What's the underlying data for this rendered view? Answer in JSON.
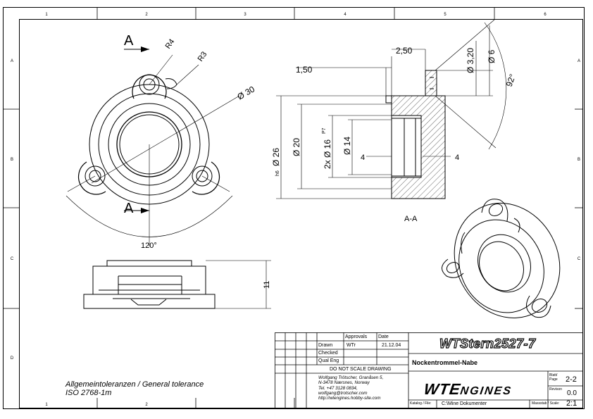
{
  "border": {
    "columns": [
      "1",
      "2",
      "3",
      "4",
      "5",
      "6"
    ],
    "rows": [
      "A",
      "B",
      "C",
      "D"
    ]
  },
  "views": {
    "section_label": "A",
    "section_view_title": "A-A"
  },
  "dimensions": {
    "r4": "R4",
    "r3": "R3",
    "dia30": "Ø 30",
    "angle120": "120°",
    "height11": "11",
    "w150": "1,50",
    "w250": "2,50",
    "dia320": "Ø 3,20",
    "dia6": "Ø 6",
    "angle92": "92°",
    "dia26": "Ø 26",
    "dia26_tol": "h6",
    "dia20": "Ø 20",
    "dia16": "2x Ø 16",
    "dia16_tol": "P7",
    "dia14": "Ø 14",
    "len4a": "4",
    "len4b": "4"
  },
  "general_tolerance": {
    "line1": "Allgemeintoleranzen / General tolerance",
    "line2": "ISO 2768-1m"
  },
  "title_block": {
    "approvals": "Approvals",
    "date_header": "Date",
    "drawn": "Drawn",
    "checked": "Checked",
    "qual_eng": "Qual Eng",
    "drawn_by": "WTr",
    "drawn_date": "21.12.04",
    "do_not_scale": "DO NOT SCALE DRAWING",
    "address": [
      "Wolfgang Trötscher, Granåsen 5,",
      "N-3478 Nærsnes, Norway",
      "Tel. +47 3128 0834,",
      "wolfgang@trotscher.com",
      "http://wtengines.hobby-site.com"
    ],
    "part_number": "WTStern2527-7",
    "part_name": "Nockentrommel-Nabe",
    "logo_big": "WTE",
    "logo_small": "NGINES",
    "sheet_label": "Blatt/ Page",
    "sheet_value": "2-2",
    "revision_label": "Revison",
    "revision_value": "0.0",
    "catalog_label": "Katalog / File:",
    "catalog_value": "C:\\Mine Dokumenter",
    "scale_label": "Massstab / Scale:",
    "scale_value": "2:1"
  }
}
